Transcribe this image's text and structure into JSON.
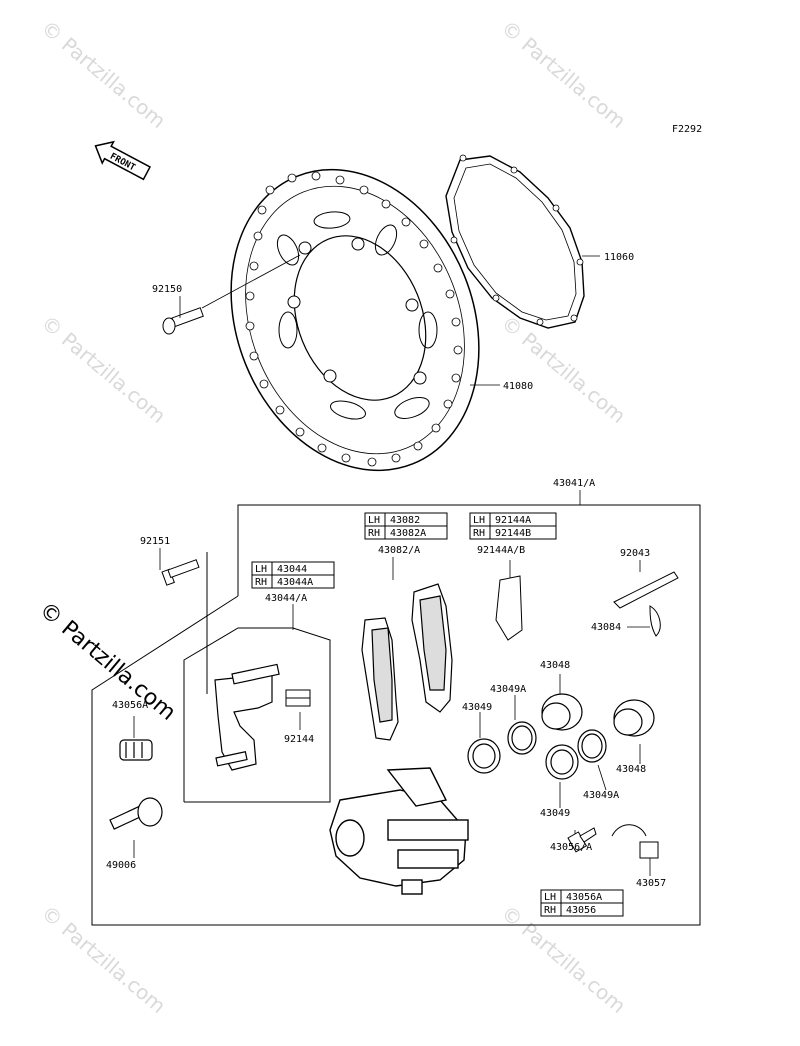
{
  "figure_code": "F2292",
  "front_label": "FRONT",
  "watermarks": [
    "© Partzilla.com"
  ],
  "parts": {
    "p11060": "11060",
    "p92150": "92150",
    "p41080": "41080",
    "p43041": "43041/A",
    "p92151": "92151",
    "p43044": "43044/A",
    "p43082": "43082/A",
    "p92144ab": "92144A/B",
    "p92043": "92043",
    "p43084": "43084",
    "p43056a_top": "43056A",
    "p92144": "92144",
    "p43048_a": "43048",
    "p43049a_a": "43049A",
    "p43049_a": "43049",
    "p43048_b": "43048",
    "p43049a_b": "43049A",
    "p43049_b": "43049",
    "p49006": "49006",
    "p43056": "43056/A",
    "p43057": "43057"
  },
  "tables": {
    "t43044": [
      [
        "LH",
        "43044"
      ],
      [
        "RH",
        "43044A"
      ]
    ],
    "t43082": [
      [
        "LH",
        "43082"
      ],
      [
        "RH",
        "43082A"
      ]
    ],
    "t92144": [
      [
        "LH",
        "92144A"
      ],
      [
        "RH",
        "92144B"
      ]
    ],
    "t43056": [
      [
        "LH",
        "43056A"
      ],
      [
        "RH",
        "43056"
      ]
    ]
  }
}
